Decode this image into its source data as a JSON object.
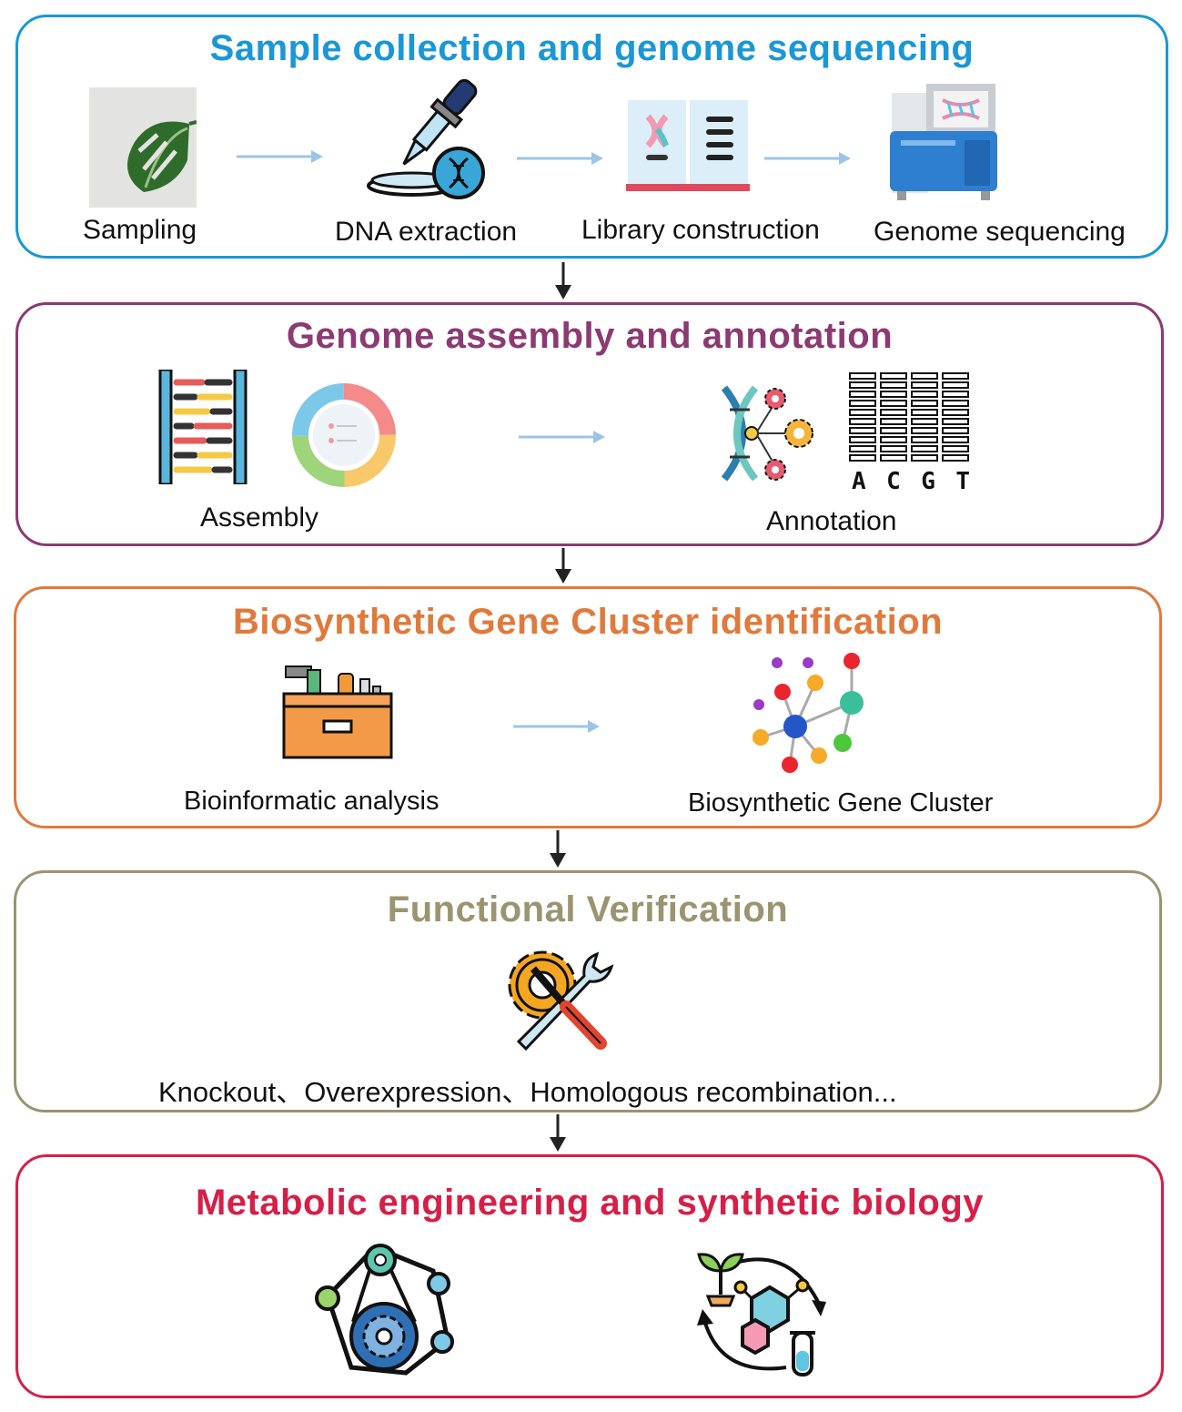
{
  "panels": [
    {
      "title": "Sample collection and genome sequencing",
      "color": "#1a97d6",
      "steps": [
        "Sampling",
        "DNA extraction",
        "Library construction",
        "Genome sequencing"
      ]
    },
    {
      "title": "Genome assembly and annotation",
      "color": "#8b3a72",
      "steps": [
        "Assembly",
        "Annotation"
      ],
      "nucleotides": [
        "A",
        "C",
        "G",
        "T"
      ]
    },
    {
      "title": "Biosynthetic Gene Cluster identification",
      "color": "#e07a3c",
      "steps": [
        "Bioinformatic analysis",
        "Biosynthetic Gene Cluster"
      ]
    },
    {
      "title": "Functional Verification",
      "color": "#9a9470",
      "steps": [
        "Knockout、Overexpression、Homologous recombination..."
      ]
    },
    {
      "title": "Metabolic engineering and synthetic biology",
      "color": "#d61f47",
      "steps": []
    }
  ],
  "icons": [
    "plant-leaf-icon",
    "pipette-dna-icon",
    "library-book-icon",
    "sequencer-machine-icon",
    "dna-ladder-icon",
    "assembly-ring-icon",
    "dna-gears-icon",
    "sequence-grid-icon",
    "toolbox-icon",
    "gene-network-icon",
    "gear-wrench-icon",
    "belt-pulley-icon",
    "synthetic-cycle-icon"
  ],
  "flow_arrow_color": "#222222",
  "step_arrow_color": "#9cc4e6"
}
